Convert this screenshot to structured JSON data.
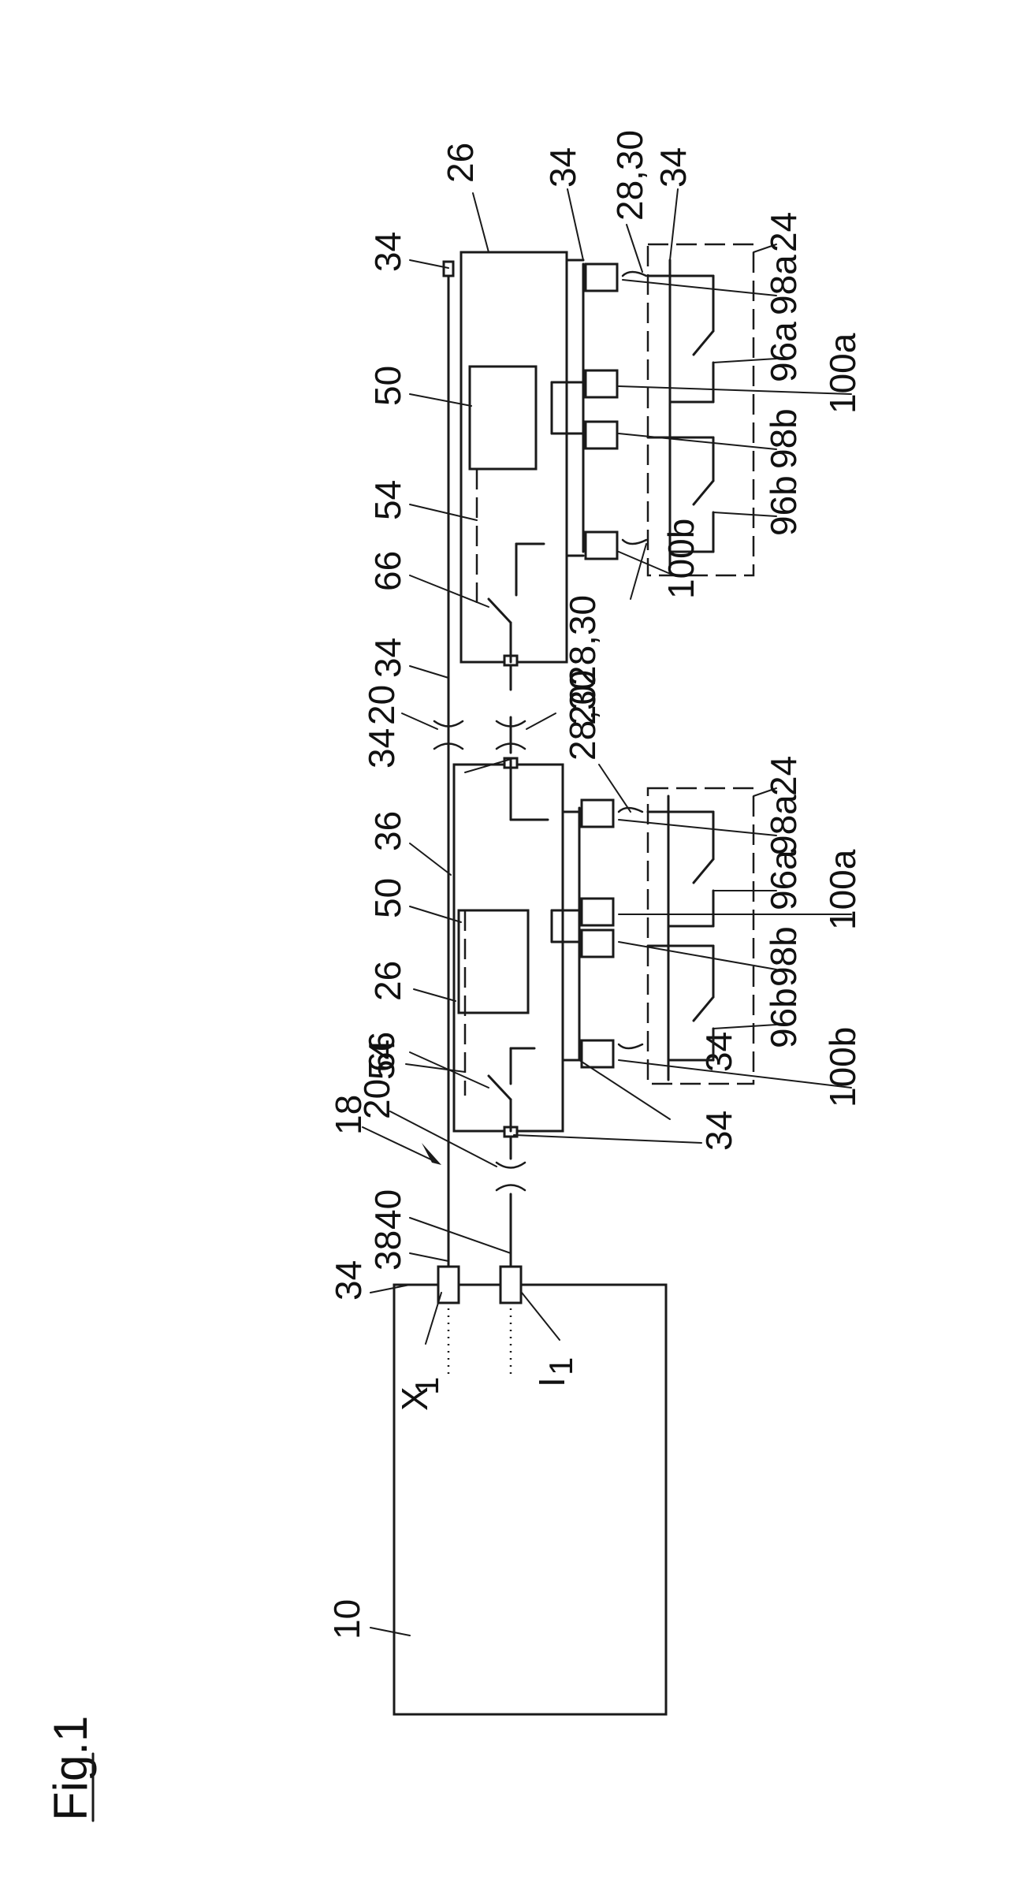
{
  "figure": {
    "title": "Fig.1",
    "labels": {
      "controller": "10",
      "system": "18",
      "coupling_20": "20",
      "panel_24": "24",
      "module_26": "26",
      "coupler_28_30": "28,30",
      "terminal_34": "34",
      "bus_36": "36",
      "line_38": "38",
      "line_40": "40",
      "block_50": "50",
      "dashed_54": "54",
      "switch_66": "66",
      "switch_96a": "96a",
      "switch_96b": "96b",
      "contact_98a": "98a",
      "contact_98b": "98b",
      "lead_100a": "100a",
      "lead_100b": "100b",
      "port_x_base": "X",
      "port_i_base": "I",
      "subscript_1": "1"
    }
  }
}
